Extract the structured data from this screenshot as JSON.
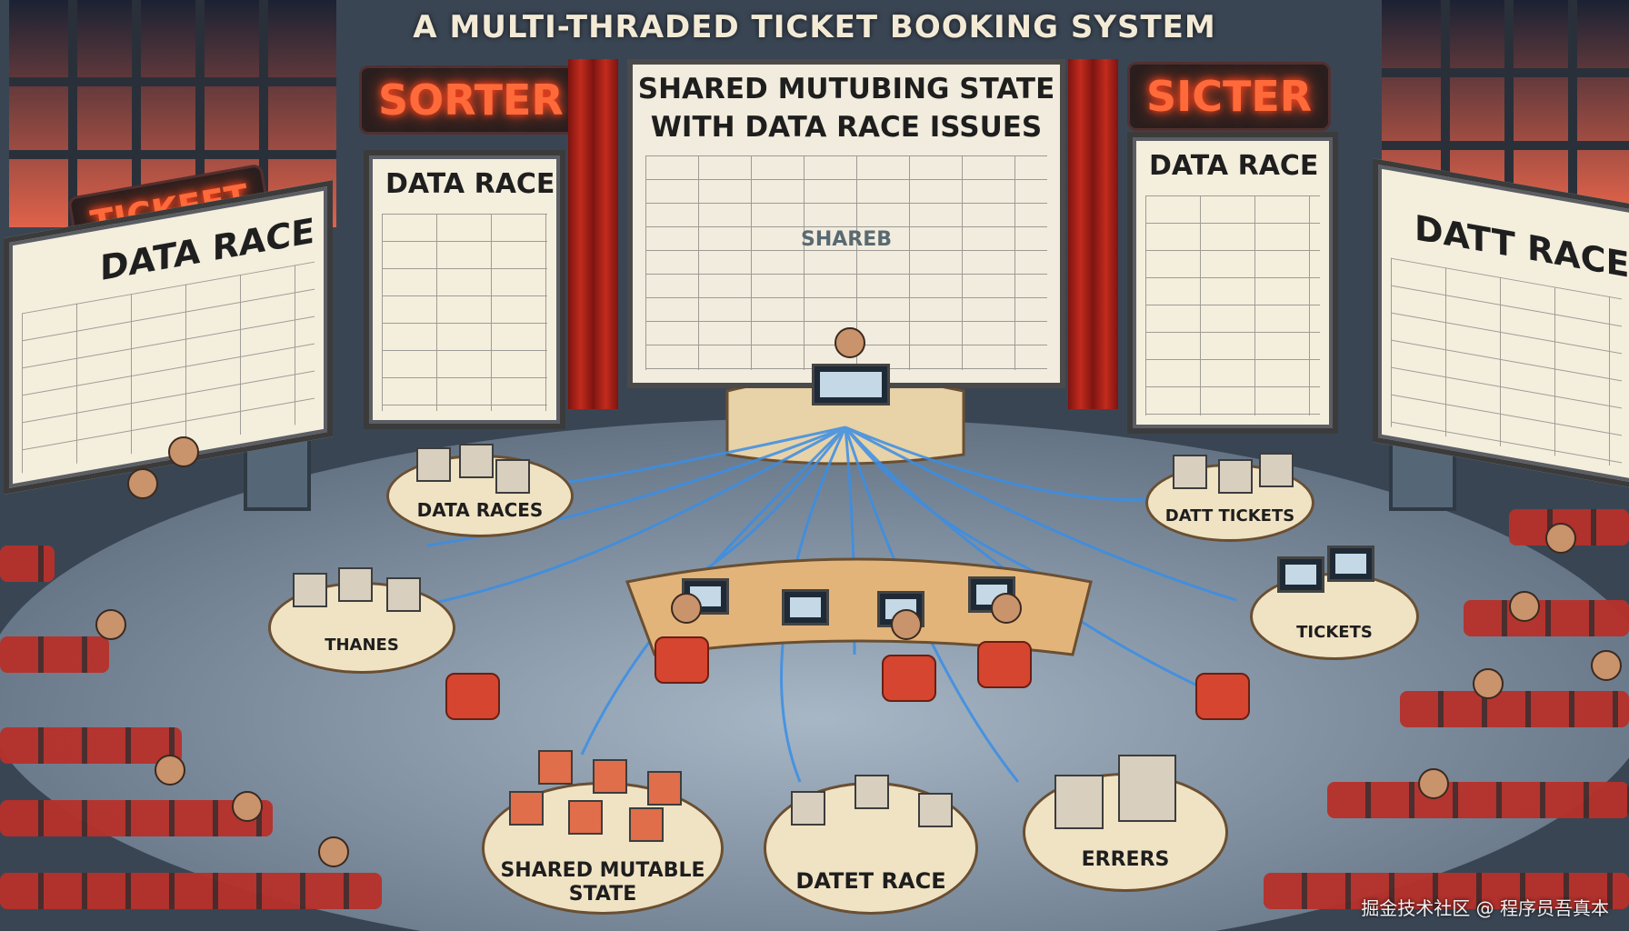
{
  "scene": {
    "title": "A MULTI-THRADED TICKET BOOKING SYSTEM",
    "neon_signs": {
      "left": "SORTER",
      "right": "SICTER",
      "left_marquee": "TICKEET"
    },
    "boards": {
      "far_left": "DATA RACE",
      "left": "DATA RACE",
      "center_title": "SHARED MUTUBING STATE WITH DATA RACE ISSUES",
      "center_sub": "SHAREB",
      "right": "DATA RACE",
      "far_right": "DATT RACE"
    },
    "table_labels": {
      "top_left": "DATA RACES",
      "mid_left": "THANES",
      "top_right": "DATT TICKETS",
      "mid_right": "TICKETS",
      "bottom_left": "SHARED MUTABLE STATE",
      "bottom_center": "DATET RACE",
      "bottom_right": "ERRERS"
    },
    "colors": {
      "neon": "#ff5a2a",
      "thread_lines": "#3a8ee6",
      "seats": "#c6372c",
      "floor": "#8fa1b3"
    },
    "watermark": "掘金技术社区 @ 程序员吾真本"
  }
}
